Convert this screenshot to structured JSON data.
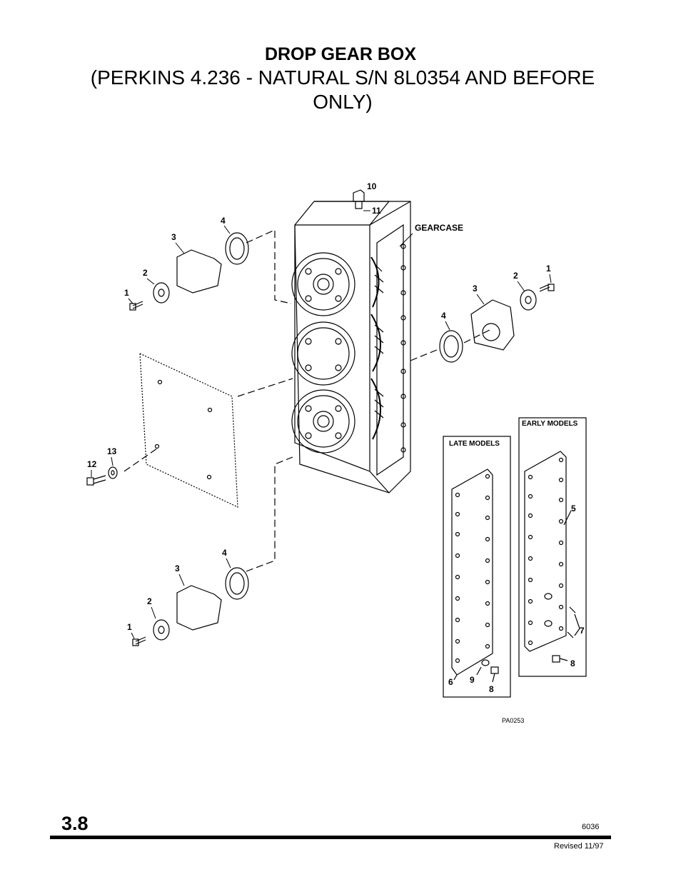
{
  "header": {
    "title": "DROP GEAR BOX",
    "subtitle": "(PERKINS 4.236 - NATURAL S/N 8L0354 AND BEFORE ONLY)"
  },
  "diagram": {
    "gearcase_label": "GEARCASE",
    "late_models_label": "LATE MODELS",
    "early_models_label": "EARLY MODELS",
    "figure_code": "PA0253",
    "callouts": {
      "c10": "10",
      "c11": "11",
      "ul4": "4",
      "ul3": "3",
      "ul2": "2",
      "ul1": "1",
      "r1": "1",
      "r2": "2",
      "r3": "3",
      "r4": "4",
      "c13": "13",
      "c12": "12",
      "ll4": "4",
      "ll3": "3",
      "ll2": "2",
      "ll1": "1",
      "e5": "5",
      "e7": "7",
      "e8": "8",
      "l6": "6",
      "l9": "9",
      "l8": "8"
    }
  },
  "footer": {
    "page_number": "3.8",
    "doc_code": "6036",
    "revised": "Revised 11/97"
  }
}
